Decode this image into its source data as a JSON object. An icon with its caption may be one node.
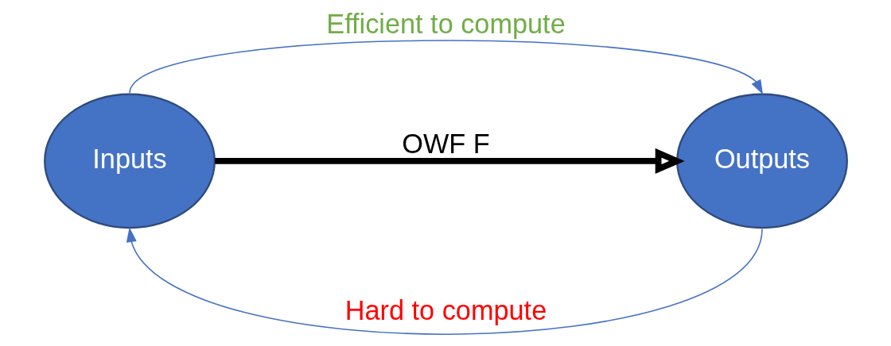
{
  "diagram": {
    "nodes": [
      {
        "text": [
          "Inputs"
        ]
      },
      {
        "text": [
          "Outputs"
        ]
      }
    ],
    "edges": [
      {
        "from": 0,
        "to": 1,
        "arrow": "to",
        "label": "Efficient to compute"
      },
      {
        "from": 0,
        "to": 1,
        "arrow": "to",
        "label": "OWF F",
        "style": "thick",
        "color": "#000000"
      },
      {
        "from": 1,
        "to": 0,
        "arrow": "to",
        "label": "Hard to compute"
      }
    ]
  }
}
